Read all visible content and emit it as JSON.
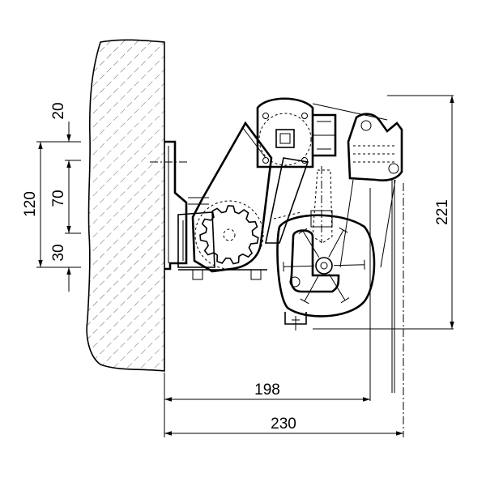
{
  "dimensions": {
    "top_gap": "20",
    "upper_span": "70",
    "lower_gap": "30",
    "total_left": "120",
    "total_height": "221",
    "inner_width": "198",
    "total_width": "230"
  },
  "colors": {
    "line": "#000000",
    "background": "#ffffff",
    "hatch": "#555555"
  }
}
